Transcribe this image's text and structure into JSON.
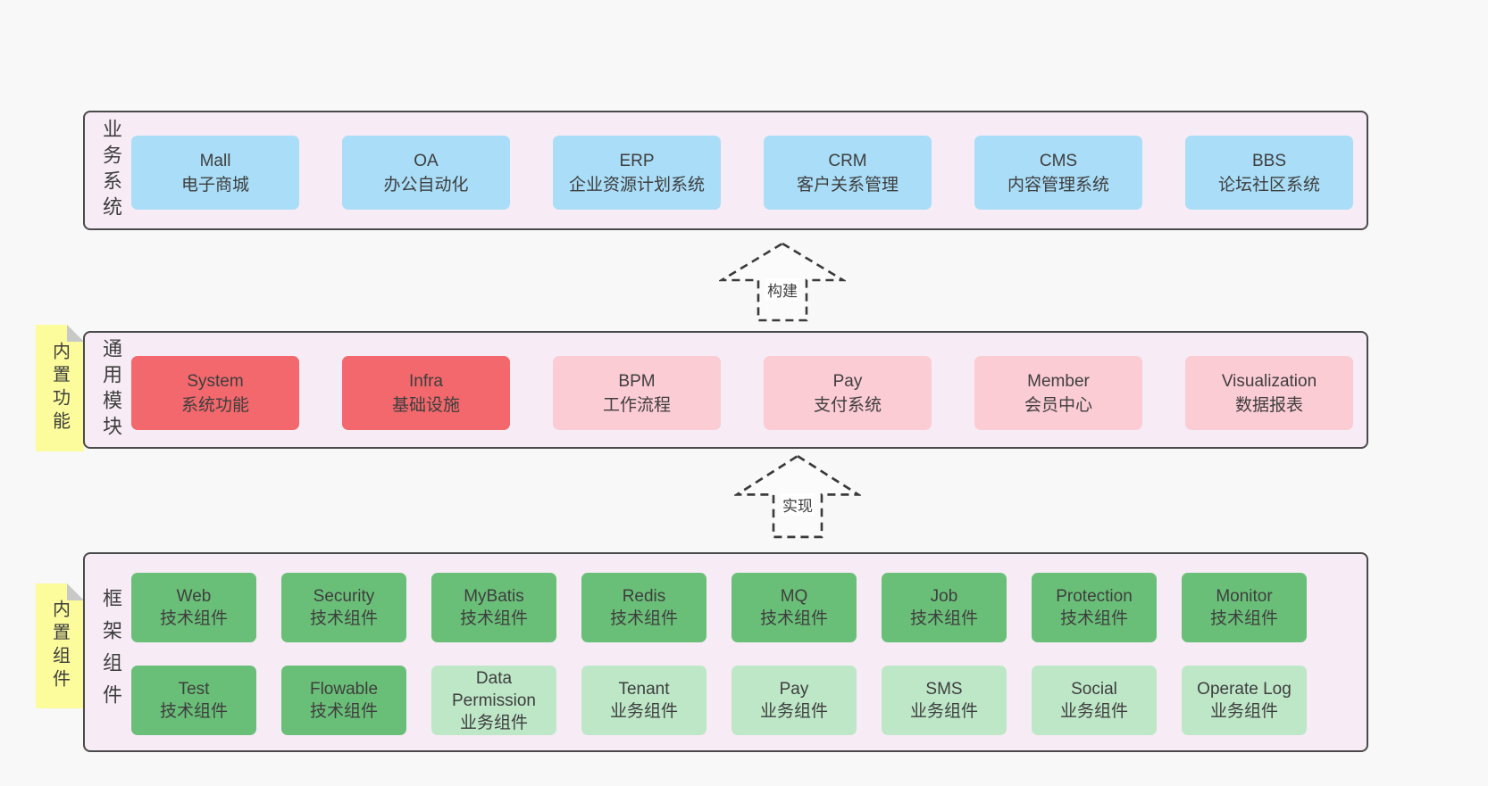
{
  "colors": {
    "blue": "#aaddf7",
    "red": "#f2686c",
    "pink": "#fcccd5",
    "green_dark": "#6abf78",
    "green_light": "#bee7c8",
    "note": "#fcfc9d",
    "fold": "#c8c8c8",
    "container_bg": "#f7ecf5",
    "border": "#4a4a4a",
    "page_bg": "#f8f8f8"
  },
  "layers": [
    {
      "id": "business-systems",
      "label": "业务系统",
      "note": null,
      "boxes": [
        {
          "name": "Mall",
          "desc": "电子商城",
          "color": "blue"
        },
        {
          "name": "OA",
          "desc": "办公自动化",
          "color": "blue"
        },
        {
          "name": "ERP",
          "desc": "企业资源计划系统",
          "color": "blue"
        },
        {
          "name": "CRM",
          "desc": "客户关系管理",
          "color": "blue"
        },
        {
          "name": "CMS",
          "desc": "内容管理系统",
          "color": "blue"
        },
        {
          "name": "BBS",
          "desc": "论坛社区系统",
          "color": "blue"
        }
      ]
    },
    {
      "id": "common-modules",
      "label": "通用模块",
      "note": "内置功能",
      "boxes": [
        {
          "name": "System",
          "desc": "系统功能",
          "color": "red"
        },
        {
          "name": "Infra",
          "desc": "基础设施",
          "color": "red"
        },
        {
          "name": "BPM",
          "desc": "工作流程",
          "color": "pink"
        },
        {
          "name": "Pay",
          "desc": "支付系统",
          "color": "pink"
        },
        {
          "name": "Member",
          "desc": "会员中心",
          "color": "pink"
        },
        {
          "name": "Visualization",
          "desc": "数据报表",
          "color": "pink"
        }
      ]
    },
    {
      "id": "framework-components",
      "label": "框架组件",
      "note": "内置组件",
      "rows": [
        [
          {
            "name": "Web",
            "desc": "技术组件",
            "color": "green_dark"
          },
          {
            "name": "Security",
            "desc": "技术组件",
            "color": "green_dark"
          },
          {
            "name": "MyBatis",
            "desc": "技术组件",
            "color": "green_dark"
          },
          {
            "name": "Redis",
            "desc": "技术组件",
            "color": "green_dark"
          },
          {
            "name": "MQ",
            "desc": "技术组件",
            "color": "green_dark"
          },
          {
            "name": "Job",
            "desc": "技术组件",
            "color": "green_dark"
          },
          {
            "name": "Protection",
            "desc": "技术组件",
            "color": "green_dark"
          },
          {
            "name": "Monitor",
            "desc": "技术组件",
            "color": "green_dark"
          }
        ],
        [
          {
            "name": "Test",
            "desc": "技术组件",
            "color": "green_dark"
          },
          {
            "name": "Flowable",
            "desc": "技术组件",
            "color": "green_dark"
          },
          {
            "name": "Data Permission",
            "desc": "业务组件",
            "color": "green_light"
          },
          {
            "name": "Tenant",
            "desc": "业务组件",
            "color": "green_light"
          },
          {
            "name": "Pay",
            "desc": "业务组件",
            "color": "green_light"
          },
          {
            "name": "SMS",
            "desc": "业务组件",
            "color": "green_light"
          },
          {
            "name": "Social",
            "desc": "业务组件",
            "color": "green_light"
          },
          {
            "name": "Operate Log",
            "desc": "业务组件",
            "color": "green_light"
          }
        ]
      ]
    }
  ],
  "arrows": [
    {
      "label": "构建",
      "direction": "up"
    },
    {
      "label": "实现",
      "direction": "up"
    }
  ]
}
